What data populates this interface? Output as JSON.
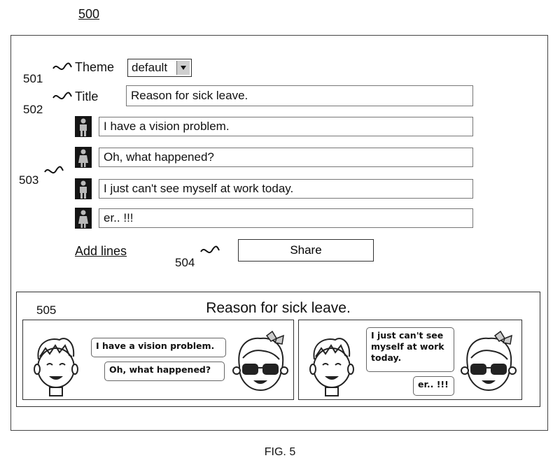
{
  "figure_number": "500",
  "references": {
    "theme": "501",
    "title": "502",
    "lines": "503",
    "share": "504",
    "preview": "505"
  },
  "form": {
    "theme_label": "Theme",
    "theme_value": "default",
    "title_label": "Title",
    "title_value": "Reason for sick leave.",
    "lines": [
      {
        "speaker": "male",
        "text": "I have a vision problem."
      },
      {
        "speaker": "female",
        "text": "Oh, what happened?"
      },
      {
        "speaker": "male",
        "text": "I just can't see myself at work today."
      },
      {
        "speaker": "female",
        "text": "er.. !!!"
      }
    ],
    "add_lines_label": "Add lines",
    "share_label": "Share"
  },
  "comic": {
    "title": "Reason for sick leave.",
    "panels": [
      {
        "bubbles": [
          "I have a vision problem.",
          "Oh, what happened?"
        ]
      },
      {
        "bubbles": [
          "I just can't see myself at work today.",
          "er.. !!!"
        ]
      }
    ]
  },
  "caption": "FIG. 5",
  "icons": {
    "dropdown": "triangle-down-icon",
    "male": "male-person-icon",
    "female": "female-person-icon"
  }
}
